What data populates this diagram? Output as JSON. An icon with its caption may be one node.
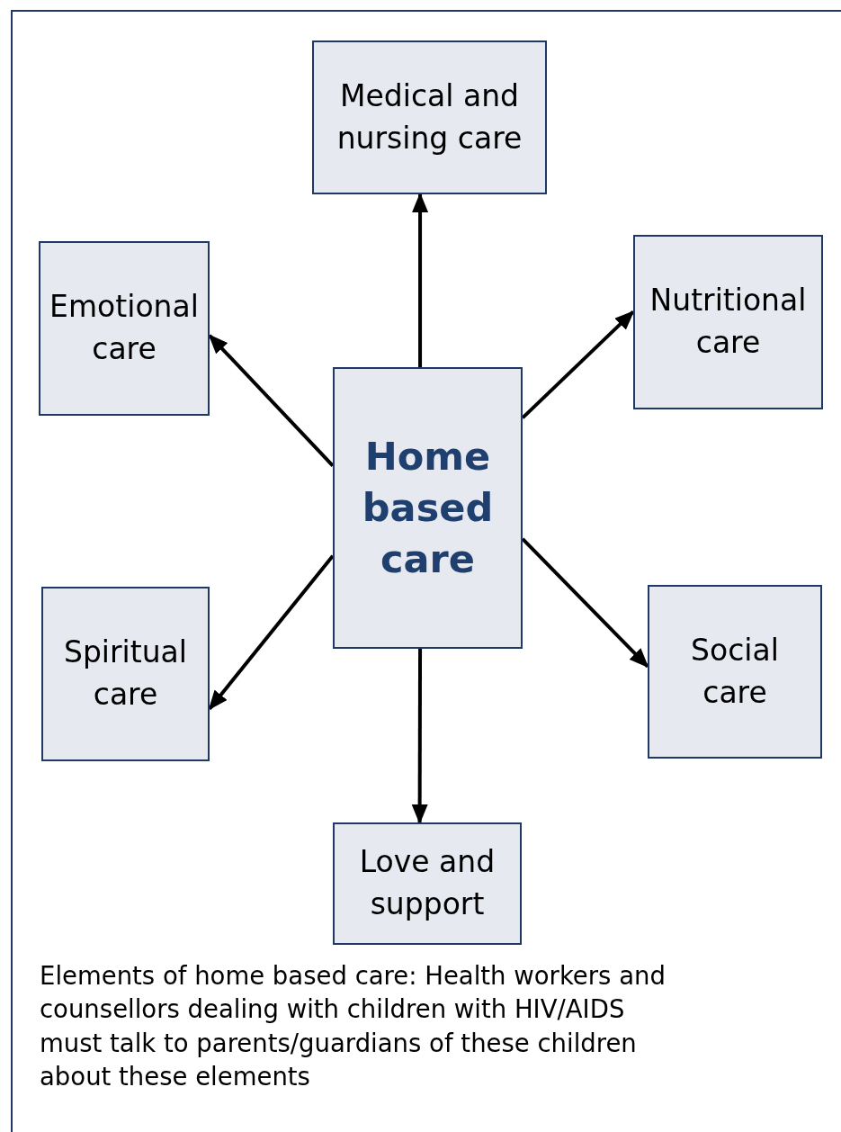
{
  "diagram": {
    "caption": "Elements of home based care: Health workers and counsellors dealing with children with HIV/AIDS must talk to parents/guardians of these children about these elements",
    "nodes": [
      {
        "text": [
          "Home based care"
        ]
      },
      {
        "text": [
          "Medical and nursing care"
        ]
      },
      {
        "text": [
          "Emotional care"
        ]
      },
      {
        "text": [
          "Nutritional care"
        ]
      },
      {
        "text": [
          "Spiritual care"
        ]
      },
      {
        "text": [
          "Social care"
        ]
      },
      {
        "text": [
          "Love and support"
        ]
      }
    ],
    "edges": [
      {
        "from": 0,
        "to": 1,
        "arrow": "to"
      },
      {
        "from": 0,
        "to": 2,
        "arrow": "to"
      },
      {
        "from": 0,
        "to": 3,
        "arrow": "to"
      },
      {
        "from": 0,
        "to": 4,
        "arrow": "to"
      },
      {
        "from": 0,
        "to": 5,
        "arrow": "to"
      },
      {
        "from": 0,
        "to": 6,
        "arrow": "to"
      }
    ]
  }
}
